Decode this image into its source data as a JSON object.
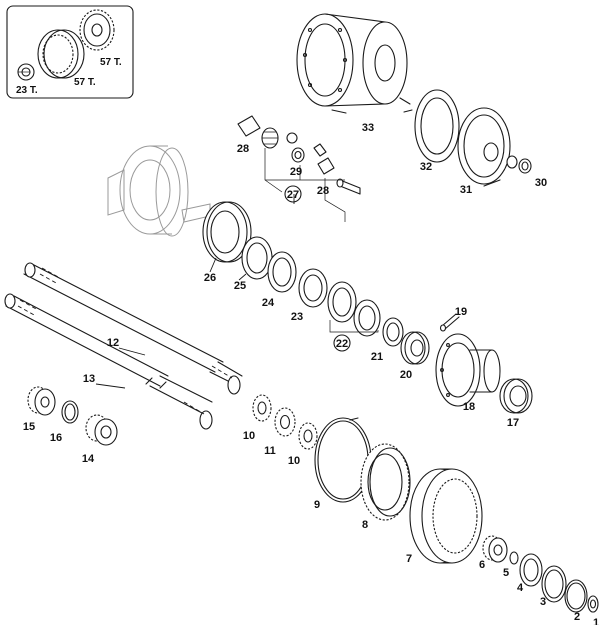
{
  "inset_labels": [
    "23 T.",
    "57 T.",
    "57 T."
  ],
  "callouts": [
    "1",
    "2",
    "3",
    "4",
    "5",
    "6",
    "7",
    "8",
    "9",
    "10",
    "10",
    "11",
    "12",
    "13",
    "14",
    "15",
    "16",
    "17",
    "18",
    "19",
    "20",
    "21",
    "22",
    "23",
    "24",
    "25",
    "26",
    "27",
    "28",
    "28",
    "29",
    "30",
    "31",
    "32",
    "33"
  ]
}
